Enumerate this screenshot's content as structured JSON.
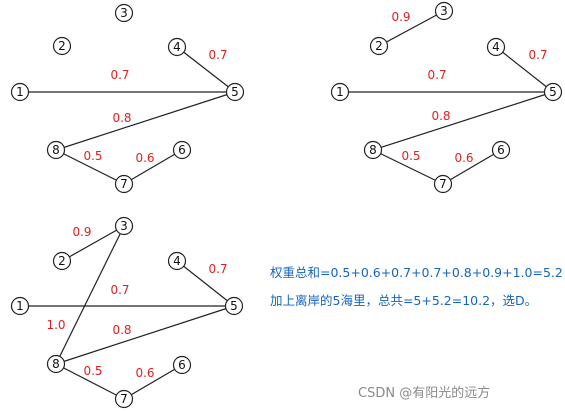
{
  "panels": [
    {
      "nodes": [
        "1",
        "2",
        "3",
        "4",
        "5",
        "6",
        "7",
        "8"
      ],
      "edges": [
        {
          "from": "4",
          "to": "5",
          "weight": "0.7"
        },
        {
          "from": "1",
          "to": "5",
          "weight": "0.7"
        },
        {
          "from": "5",
          "to": "8",
          "weight": "0.8"
        },
        {
          "from": "8",
          "to": "7",
          "weight": "0.5"
        },
        {
          "from": "7",
          "to": "6",
          "weight": "0.6"
        }
      ]
    },
    {
      "nodes": [
        "1",
        "2",
        "3",
        "4",
        "5",
        "6",
        "7",
        "8"
      ],
      "edges": [
        {
          "from": "2",
          "to": "3",
          "weight": "0.9"
        },
        {
          "from": "4",
          "to": "5",
          "weight": "0.7"
        },
        {
          "from": "1",
          "to": "5",
          "weight": "0.7"
        },
        {
          "from": "5",
          "to": "8",
          "weight": "0.8"
        },
        {
          "from": "8",
          "to": "7",
          "weight": "0.5"
        },
        {
          "from": "7",
          "to": "6",
          "weight": "0.6"
        }
      ]
    },
    {
      "nodes": [
        "1",
        "2",
        "3",
        "4",
        "5",
        "6",
        "7",
        "8"
      ],
      "edges": [
        {
          "from": "2",
          "to": "3",
          "weight": "0.9"
        },
        {
          "from": "3",
          "to": "8",
          "weight": "1.0"
        },
        {
          "from": "4",
          "to": "5",
          "weight": "0.7"
        },
        {
          "from": "1",
          "to": "5",
          "weight": "0.7"
        },
        {
          "from": "5",
          "to": "8",
          "weight": "0.8"
        },
        {
          "from": "8",
          "to": "7",
          "weight": "0.5"
        },
        {
          "from": "7",
          "to": "6",
          "weight": "0.6"
        }
      ]
    }
  ],
  "notes": {
    "line1": "权重总和=0.5+0.6+0.7+0.7+0.8+0.9+1.0=5.2；",
    "line2": "加上离岸的5海里，总共=5+5.2=10.2，选D。"
  },
  "watermark": "CSDN @有阳光的远方",
  "colors": {
    "weight": "#e02020",
    "note": "#1565c0",
    "watermark": "#8a8a8a"
  }
}
